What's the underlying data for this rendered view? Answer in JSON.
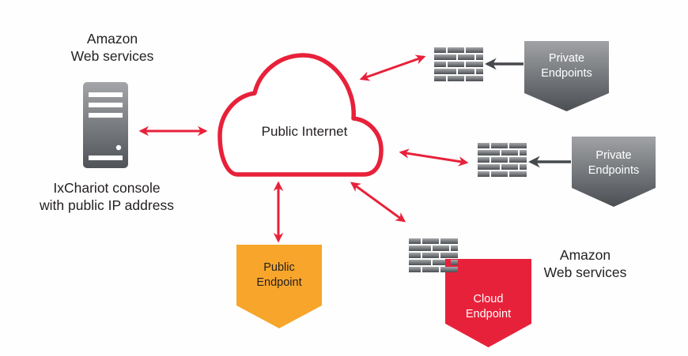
{
  "title": "IxChariot cloud deployment diagram",
  "colors": {
    "accent_red": "#E8213A",
    "public_orange": "#F7A52B",
    "private_gray_top": "#9A9C9F",
    "private_gray_bottom": "#4E5256",
    "connector_dark": "#45484C",
    "text": "#231F20",
    "text_light": "#FFFFFF"
  },
  "console": {
    "provider_line1": "Amazon",
    "provider_line2": "Web services",
    "icon": "server-tower-icon",
    "caption_line1": "IxChariot console",
    "caption_line2": "with public IP address"
  },
  "internet": {
    "icon": "cloud-outline-icon",
    "label": "Public Internet"
  },
  "private_endpoints": [
    {
      "line1": "Private",
      "line2": "Endpoints",
      "firewall_icon": "firewall-brick-icon"
    },
    {
      "line1": "Private",
      "line2": "Endpoints",
      "firewall_icon": "firewall-brick-icon"
    }
  ],
  "public_endpoint": {
    "line1": "Public",
    "line2": "Endpoint"
  },
  "cloud_endpoint": {
    "line1": "Cloud",
    "line2": "Endpoint",
    "firewall_icon": "firewall-brick-icon",
    "provider_line1": "Amazon",
    "provider_line2": "Web services"
  },
  "connections": [
    {
      "from": "console",
      "to": "internet",
      "style": "bidirectional-red"
    },
    {
      "from": "internet",
      "to": "private-firewall-1",
      "style": "bidirectional-red"
    },
    {
      "from": "internet",
      "to": "private-firewall-2",
      "style": "bidirectional-red"
    },
    {
      "from": "internet",
      "to": "public-endpoint",
      "style": "bidirectional-red"
    },
    {
      "from": "internet",
      "to": "cloud-firewall",
      "style": "bidirectional-red"
    },
    {
      "from": "private-endpoints-1",
      "to": "private-firewall-1",
      "style": "single-dark"
    },
    {
      "from": "private-endpoints-2",
      "to": "private-firewall-2",
      "style": "single-dark"
    }
  ]
}
